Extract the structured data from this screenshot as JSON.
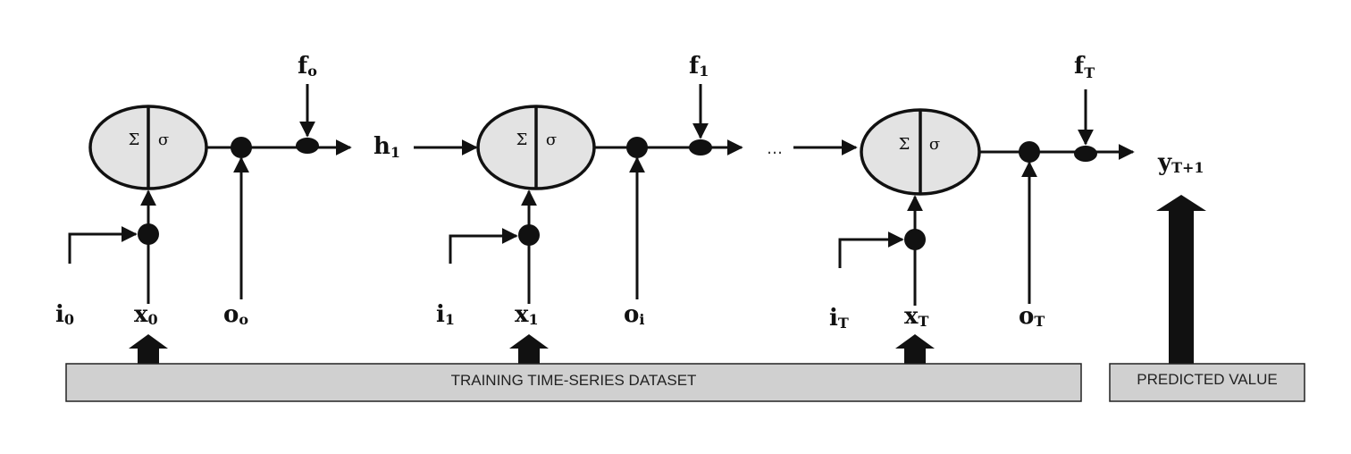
{
  "cells": [
    {
      "sum_symbol": "Σ",
      "activation_symbol": "σ",
      "forget": {
        "base": "f",
        "sub": "o"
      },
      "input": {
        "base": "i",
        "sub": "0"
      },
      "x": {
        "base": "x",
        "sub": "0"
      },
      "output": {
        "base": "o",
        "sub": "o"
      }
    },
    {
      "sum_symbol": "Σ",
      "activation_symbol": "σ",
      "forget": {
        "base": "f",
        "sub": "1"
      },
      "input": {
        "base": "i",
        "sub": "1"
      },
      "x": {
        "base": "x",
        "sub": "1"
      },
      "output": {
        "base": "o",
        "sub": "i"
      }
    },
    {
      "sum_symbol": "Σ",
      "activation_symbol": "σ",
      "forget": {
        "base": "f",
        "sub": "T"
      },
      "input": {
        "base": "i",
        "sub": "T"
      },
      "x": {
        "base": "x",
        "sub": "T"
      },
      "output": {
        "base": "o",
        "sub": "T"
      }
    }
  ],
  "hidden": {
    "base": "h",
    "sub": "1"
  },
  "ellipsis": "…",
  "prediction": {
    "base": "y",
    "sub": "T+1"
  },
  "dataset_label": "TRAINING TIME-SERIES DATASET",
  "predicted_label": "PREDICTED VALUE",
  "colors": {
    "cell_fill": "#e3e3e3",
    "box_fill": "#d0d0d0",
    "stroke": "#111111"
  }
}
